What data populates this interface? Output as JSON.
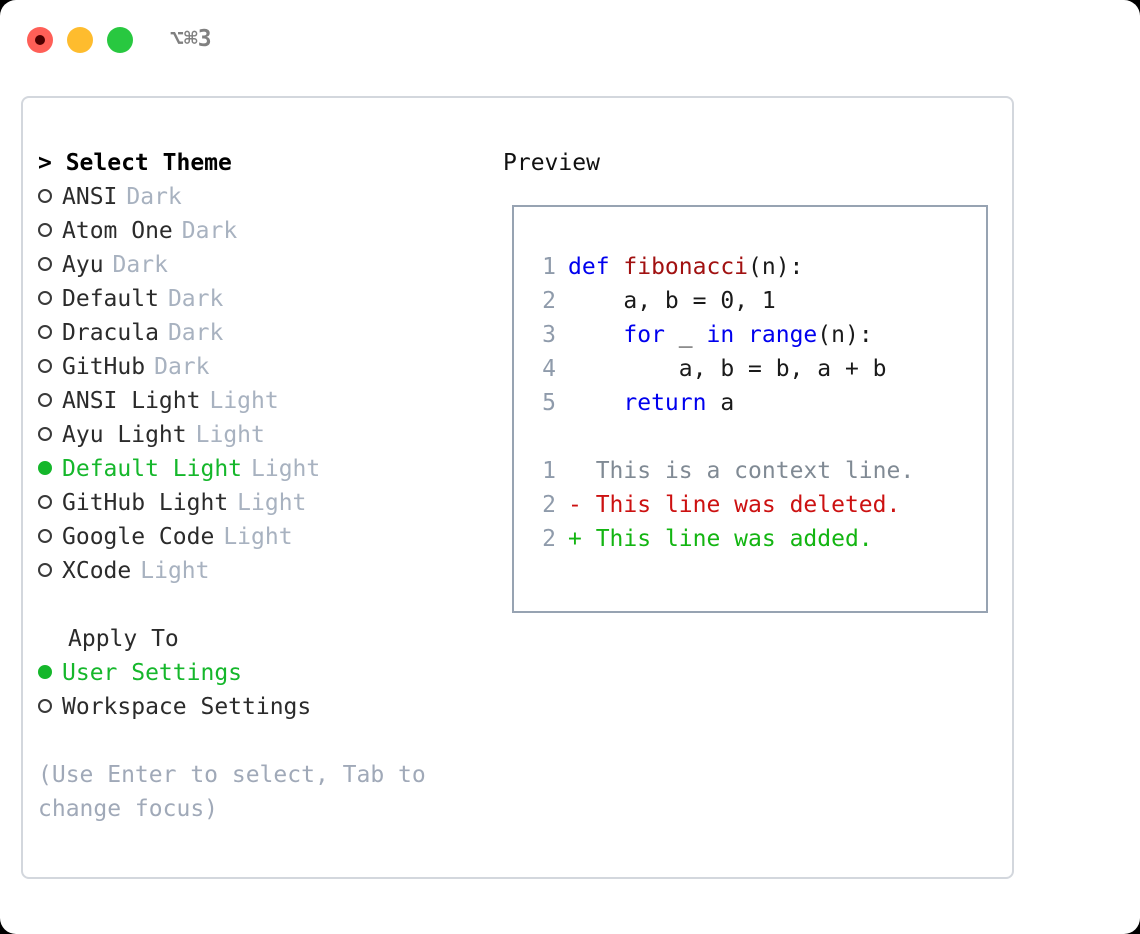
{
  "titlebar": {
    "shortcut": "⌥⌘3",
    "buttons": [
      {
        "name": "close",
        "color": "#ff5f57"
      },
      {
        "name": "minimize",
        "color": "#febc2e"
      },
      {
        "name": "maximize",
        "color": "#28c840"
      }
    ]
  },
  "theme_picker": {
    "header": "> Select Theme",
    "selected_theme": "Default Light",
    "items": [
      {
        "name": "ANSI",
        "tag": "Dark",
        "selected": false
      },
      {
        "name": "Atom One",
        "tag": "Dark",
        "selected": false
      },
      {
        "name": "Ayu",
        "tag": "Dark",
        "selected": false
      },
      {
        "name": "Default",
        "tag": "Dark",
        "selected": false
      },
      {
        "name": "Dracula",
        "tag": "Dark",
        "selected": false
      },
      {
        "name": "GitHub",
        "tag": "Dark",
        "selected": false
      },
      {
        "name": "ANSI Light",
        "tag": "Light",
        "selected": false
      },
      {
        "name": "Ayu Light",
        "tag": "Light",
        "selected": false
      },
      {
        "name": "Default Light",
        "tag": "Light",
        "selected": true
      },
      {
        "name": "GitHub Light",
        "tag": "Light",
        "selected": false
      },
      {
        "name": "Google Code",
        "tag": "Light",
        "selected": false
      },
      {
        "name": "XCode",
        "tag": "Light",
        "selected": false
      }
    ]
  },
  "apply_to": {
    "title": "Apply To",
    "options": [
      {
        "label": "User Settings",
        "selected": true
      },
      {
        "label": "Workspace Settings",
        "selected": false
      }
    ]
  },
  "hint": "(Use Enter to select, Tab to change focus)",
  "preview": {
    "title": "Preview",
    "code_lines": [
      {
        "num": "1",
        "tokens": [
          {
            "t": "def ",
            "c": "kw"
          },
          {
            "t": "fibonacci",
            "c": "fn"
          },
          {
            "t": "(n):",
            "c": "plain"
          }
        ]
      },
      {
        "num": "2",
        "tokens": [
          {
            "t": "    a, b = 0, 1",
            "c": "plain"
          }
        ]
      },
      {
        "num": "3",
        "tokens": [
          {
            "t": "    ",
            "c": "plain"
          },
          {
            "t": "for",
            "c": "kw"
          },
          {
            "t": " _ ",
            "c": "plain"
          },
          {
            "t": "in ",
            "c": "kw"
          },
          {
            "t": "range",
            "c": "kw"
          },
          {
            "t": "(n):",
            "c": "plain"
          }
        ]
      },
      {
        "num": "4",
        "tokens": [
          {
            "t": "        a, b = b, a + b",
            "c": "plain"
          }
        ]
      },
      {
        "num": "5",
        "tokens": [
          {
            "t": "    ",
            "c": "plain"
          },
          {
            "t": "return",
            "c": "kw"
          },
          {
            "t": " a",
            "c": "plain"
          }
        ]
      }
    ],
    "diff_lines": [
      {
        "num": "1",
        "marker": " ",
        "text": "This is a context line.",
        "kind": "ctx"
      },
      {
        "num": "2",
        "marker": "-",
        "text": "This line was deleted.",
        "kind": "del"
      },
      {
        "num": "2",
        "marker": "+",
        "text": "This line was added.",
        "kind": "add"
      }
    ]
  },
  "colors": {
    "accent_green": "#15b72b",
    "tag_gray": "#a8b2c0",
    "keyword_blue": "#0000ee",
    "function_red": "#a11111",
    "diff_delete": "#cc1111",
    "diff_add": "#13b512",
    "box_border": "#97a3b2"
  }
}
